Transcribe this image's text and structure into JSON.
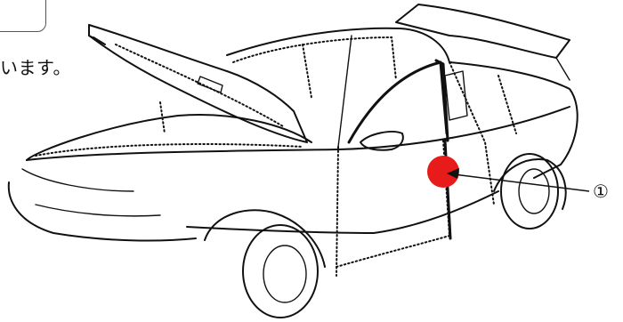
{
  "caption": {
    "text": "います。"
  },
  "callout": {
    "number_label": "①",
    "marker_color": "#e81b1b"
  },
  "icons": {
    "car": "car-illustration",
    "marker": "red-dot-marker",
    "arrow": "pointer-arrow"
  }
}
